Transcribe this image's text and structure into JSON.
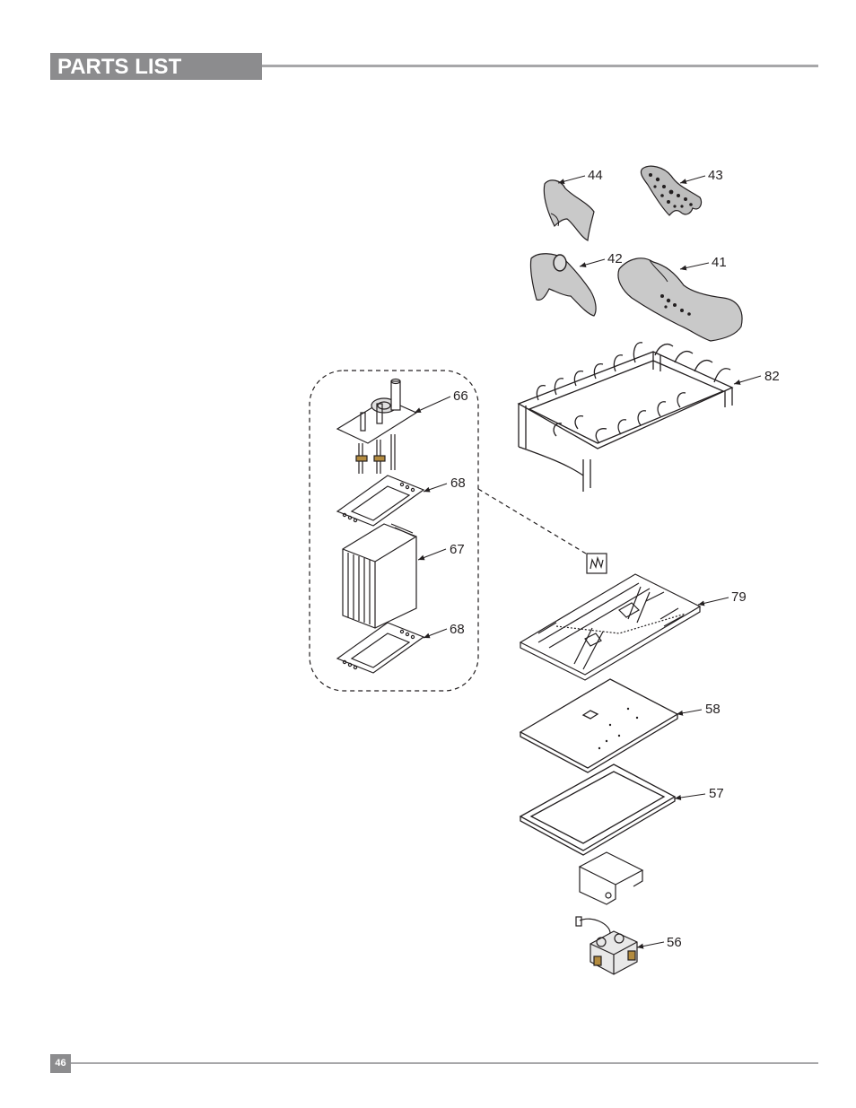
{
  "header": {
    "title": "PARTS LIST"
  },
  "footer": {
    "page_number": "46"
  },
  "callouts": {
    "c44": "44",
    "c43": "43",
    "c42": "42",
    "c41": "41",
    "c82": "82",
    "c66": "66",
    "c68a": "68",
    "c67": "67",
    "c68b": "68",
    "c79": "79",
    "c58": "58",
    "c57": "57",
    "c56": "56"
  }
}
